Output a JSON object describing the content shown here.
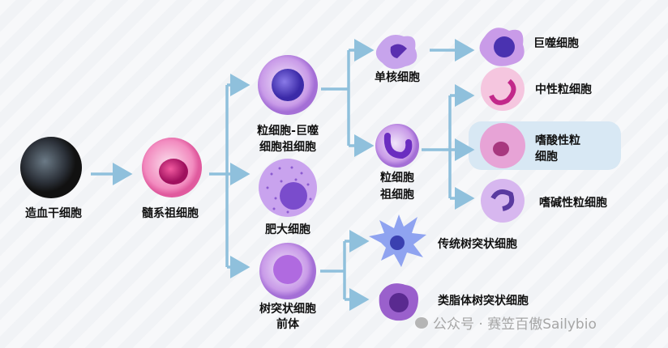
{
  "colors": {
    "arrow": "#8fc0dc",
    "highlight": "#d8e8f4"
  },
  "cells": {
    "hsc": "造血干细胞",
    "myeloid_progenitor": "髓系祖细胞",
    "gmp_line1": "粒细胞-巨噬",
    "gmp_line2": "细胞祖细胞",
    "mast": "肥大细胞",
    "dc_precursor_line1": "树突状细胞",
    "dc_precursor_line2": "前体",
    "monocyte": "单核细胞",
    "macrophage": "巨噬细胞",
    "granulocyte_progenitor_line1": "粒细胞",
    "granulocyte_progenitor_line2": "祖细胞",
    "neutrophil": "中性粒细胞",
    "eosinophil_line1": "嗜酸性粒",
    "eosinophil_line2": "细胞",
    "basophil": "嗜碱性粒细胞",
    "cdc": "传统树突状细胞",
    "pdc": "类脂体树突状细胞"
  },
  "watermark": "公众号 · 赛笠百傲Sailybio"
}
